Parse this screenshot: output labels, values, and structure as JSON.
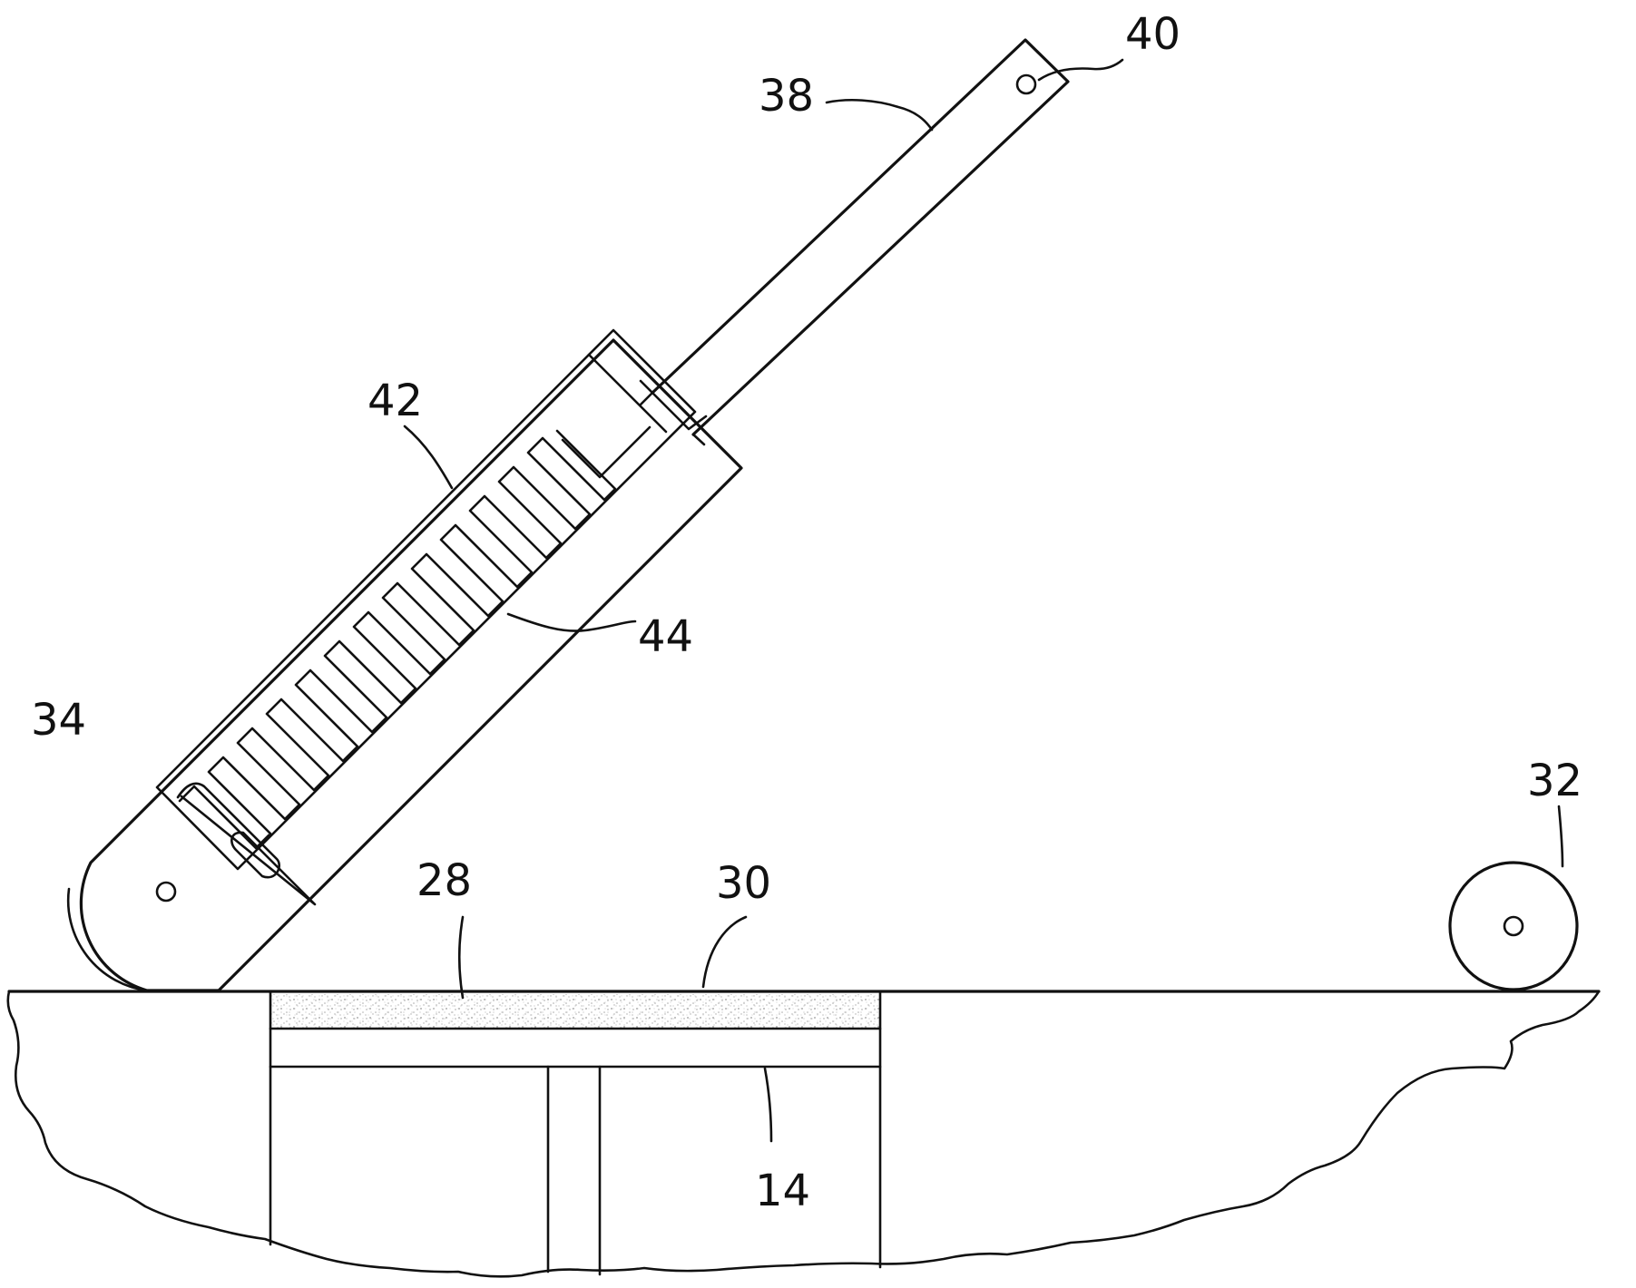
{
  "figure": {
    "labels": {
      "l40": "40",
      "l38": "38",
      "l42": "42",
      "l44": "44",
      "l34": "34",
      "l32": "32",
      "l28": "28",
      "l30": "30",
      "l14": "14"
    }
  },
  "colors": {
    "ink": "#111111",
    "background": "#ffffff",
    "speckle": "#9a9a9a"
  }
}
